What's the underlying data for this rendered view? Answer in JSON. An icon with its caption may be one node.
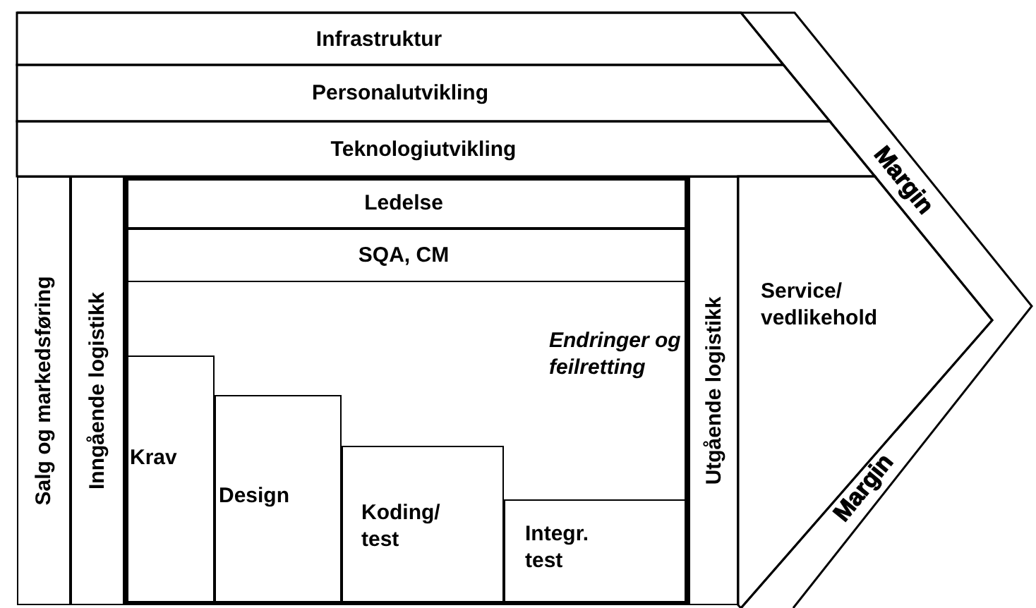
{
  "diagram": {
    "nodes": [
      {
        "text": [
          "Infrastruktur"
        ]
      },
      {
        "text": [
          "Personalutvikling"
        ]
      },
      {
        "text": [
          "Teknologiutvikling"
        ]
      },
      {
        "text": [
          "Salg og markedsføring"
        ]
      },
      {
        "text": [
          "Inngående logistikk"
        ]
      },
      {
        "text": [
          "Endringer og feilretting"
        ]
      },
      {
        "text": [
          "Ledelse"
        ],
        "in": 5
      },
      {
        "text": [
          "SQA, CM"
        ],
        "in": 5
      },
      {
        "text": [
          "Krav"
        ],
        "in": 5
      },
      {
        "text": [
          "Design"
        ],
        "in": 5
      },
      {
        "text": [
          "Koding/ test"
        ],
        "in": 5
      },
      {
        "text": [
          "Integr. test"
        ],
        "in": 5
      },
      {
        "text": [
          "Utgående logistikk"
        ]
      },
      {
        "text": [
          "Service/ vedlikehold"
        ]
      }
    ],
    "labels": [
      "Margin",
      "Margin"
    ]
  }
}
